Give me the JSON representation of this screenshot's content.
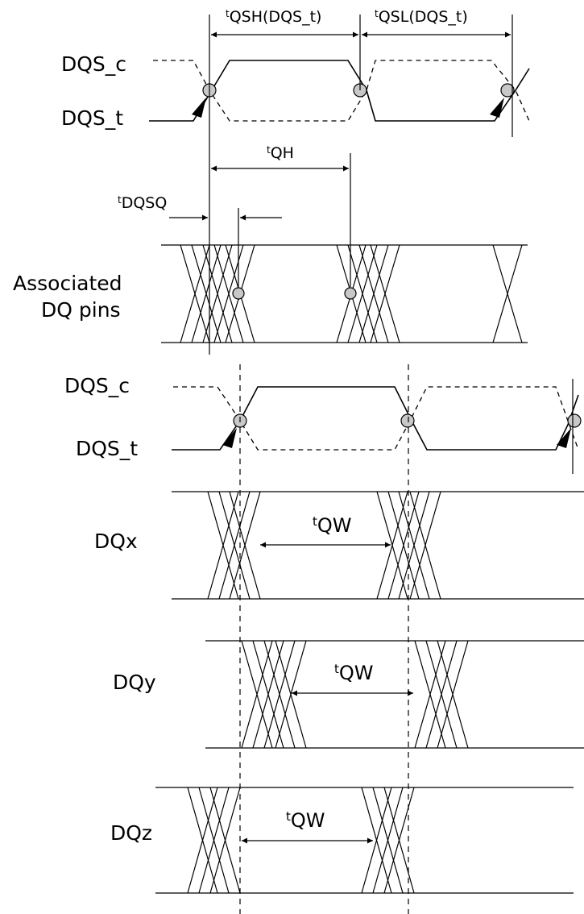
{
  "read_timing": {
    "dqs_c_label": "DQS_c",
    "dqs_t_label": "DQS_t",
    "tqsh": {
      "prefix": "t",
      "text": "QSH(DQS_t)"
    },
    "tqsl": {
      "prefix": "t",
      "text": "QSL(DQS_t)"
    },
    "tqh": {
      "prefix": "t",
      "text": "QH"
    },
    "tdqsq": {
      "prefix": "t",
      "text": "DQSQ"
    },
    "dq_label_line1": "Associated",
    "dq_label_line2": "DQ pins"
  },
  "valid_window": {
    "dqs_c_label": "DQS_c",
    "dqs_t_label": "DQS_t",
    "rows": [
      {
        "label": "DQx",
        "prefix": "t",
        "text": "QW"
      },
      {
        "label": "DQy",
        "prefix": "t",
        "text": "QW"
      },
      {
        "label": "DQz",
        "prefix": "t",
        "text": "QW"
      }
    ]
  }
}
